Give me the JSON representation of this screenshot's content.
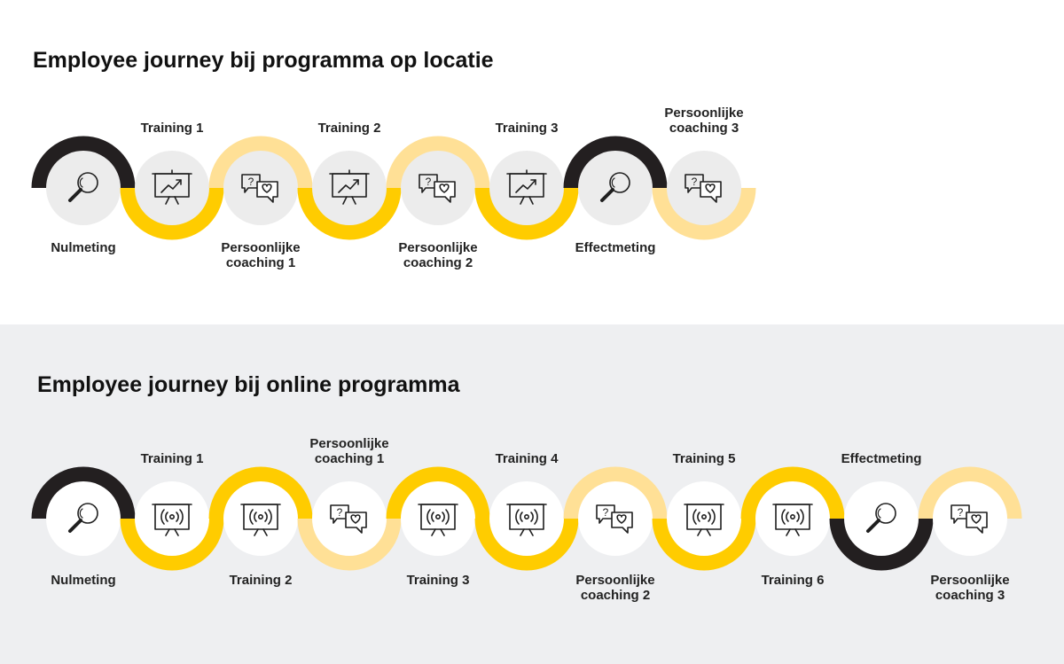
{
  "colors": {
    "dark": "#231f20",
    "yellow": "#ffcc00",
    "light_yellow": "#ffe096",
    "circle_top": "#ececec",
    "circle_bottom": "#ffffff",
    "icon": "#1f1f1f"
  },
  "journeys": [
    {
      "title": "Employee journey bij programma op locatie",
      "steps": [
        {
          "label": [
            "Nulmeting"
          ],
          "icon": "magnifier-icon",
          "arc": "dark"
        },
        {
          "label": [
            "Training 1"
          ],
          "icon": "presentation-chart-icon",
          "arc": "yellow"
        },
        {
          "label": [
            "Persoonlijke",
            "coaching 1"
          ],
          "icon": "chat-bubbles-icon",
          "arc": "light_yellow"
        },
        {
          "label": [
            "Training 2"
          ],
          "icon": "presentation-chart-icon",
          "arc": "yellow"
        },
        {
          "label": [
            "Persoonlijke",
            "coaching 2"
          ],
          "icon": "chat-bubbles-icon",
          "arc": "light_yellow"
        },
        {
          "label": [
            "Training 3"
          ],
          "icon": "presentation-chart-icon",
          "arc": "yellow"
        },
        {
          "label": [
            "Effectmeting"
          ],
          "icon": "magnifier-icon",
          "arc": "dark"
        },
        {
          "label": [
            "Persoonlijke",
            "coaching 3"
          ],
          "icon": "chat-bubbles-icon",
          "arc": "light_yellow"
        }
      ]
    },
    {
      "title": "Employee journey bij online programma",
      "steps": [
        {
          "label": [
            "Nulmeting"
          ],
          "icon": "magnifier-icon",
          "arc": "dark"
        },
        {
          "label": [
            "Training 1"
          ],
          "icon": "broadcast-screen-icon",
          "arc": "yellow"
        },
        {
          "label": [
            "Training 2"
          ],
          "icon": "broadcast-screen-icon",
          "arc": "yellow"
        },
        {
          "label": [
            "Persoonlijke",
            "coaching 1"
          ],
          "icon": "chat-bubbles-icon",
          "arc": "light_yellow"
        },
        {
          "label": [
            "Training 3"
          ],
          "icon": "broadcast-screen-icon",
          "arc": "yellow"
        },
        {
          "label": [
            "Training 4"
          ],
          "icon": "broadcast-screen-icon",
          "arc": "yellow"
        },
        {
          "label": [
            "Persoonlijke",
            "coaching 2"
          ],
          "icon": "chat-bubbles-icon",
          "arc": "light_yellow"
        },
        {
          "label": [
            "Training 5"
          ],
          "icon": "broadcast-screen-icon",
          "arc": "yellow"
        },
        {
          "label": [
            "Training 6"
          ],
          "icon": "broadcast-screen-icon",
          "arc": "yellow"
        },
        {
          "label": [
            "Effectmeting"
          ],
          "icon": "magnifier-icon",
          "arc": "dark"
        },
        {
          "label": [
            "Persoonlijke",
            "coaching 3"
          ],
          "icon": "chat-bubbles-icon",
          "arc": "light_yellow"
        }
      ]
    }
  ]
}
